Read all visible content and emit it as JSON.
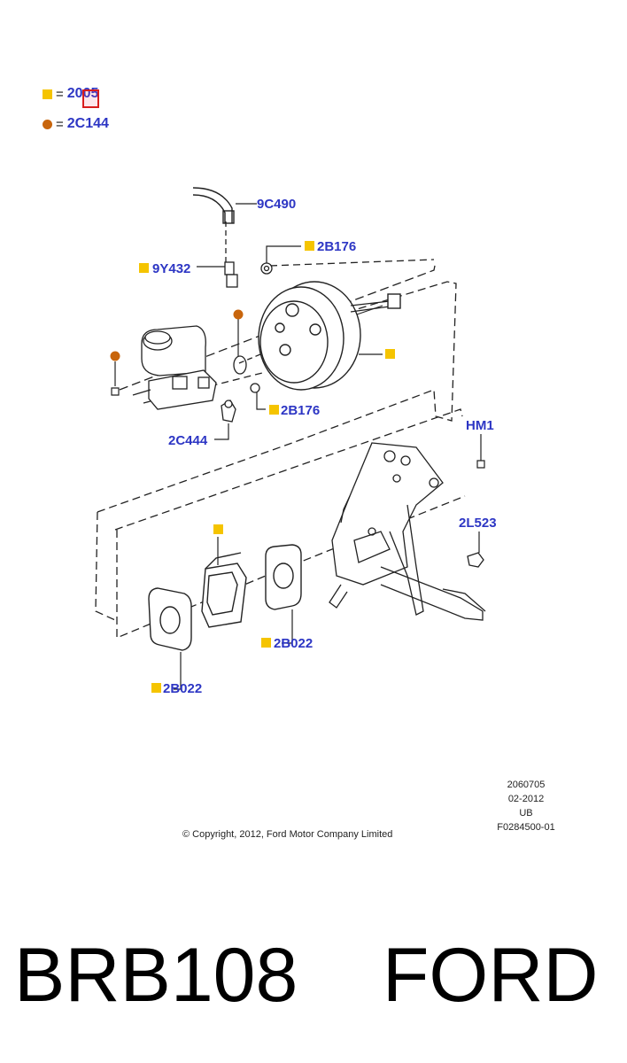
{
  "legend": [
    {
      "marker": "square",
      "color": "#f5c400",
      "equals": "=",
      "code": "2005"
    },
    {
      "marker": "circle",
      "color": "#c8650c",
      "equals": "=",
      "code": "2C144"
    }
  ],
  "part_labels": {
    "p9C490": "9C490",
    "p2B176_top": "2B176",
    "p9Y432": "9Y432",
    "p2B176_mid": "2B176",
    "p2C444": "2C444",
    "pHM1": "HM1",
    "p2L523": "2L523",
    "p2B022_right": "2B022",
    "p2B022_left": "2B022"
  },
  "stamp": {
    "line1": "2060705",
    "line2": "02-2012",
    "line3": "UB",
    "line4": "F0284500-01"
  },
  "copyright": "© Copyright, 2012, Ford Motor Company Limited",
  "caption": "BRB108    FORD",
  "colors": {
    "label_blue": "#2d36c4",
    "marker_yellow": "#f5c400",
    "marker_orange": "#c8650c",
    "highlight_red": "#d81c1c"
  }
}
